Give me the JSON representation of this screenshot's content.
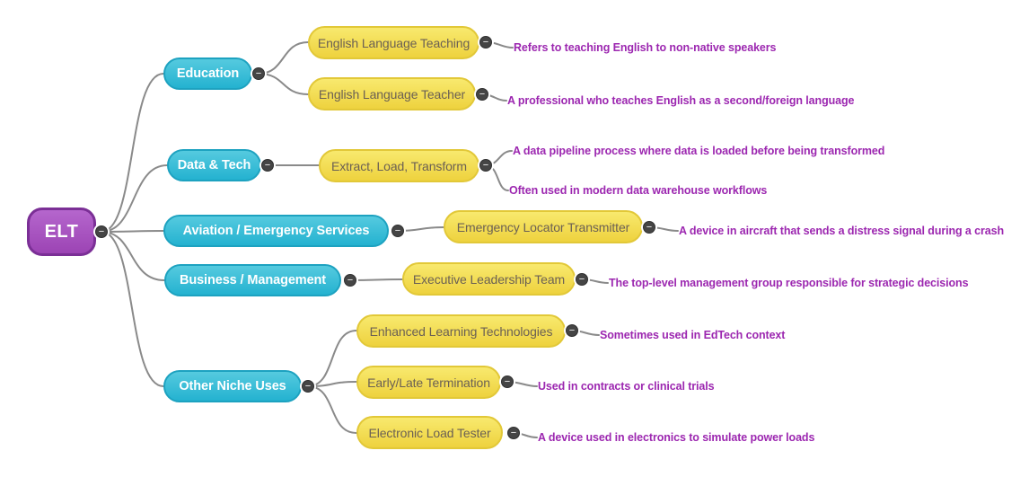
{
  "ui": {
    "collapse_glyph": "−"
  },
  "colors": {
    "root_fill": "#9c44b4",
    "root_border": "#7b2f96",
    "branch_fill": "#24b2d0",
    "branch_border": "#1da2c0",
    "topic_fill": "#eed23e",
    "topic_border": "#e2c838",
    "note_text": "#9c27b0",
    "edge": "#8a8a8a",
    "node_text_light": "#ffffff",
    "topic_text": "#6b6054"
  },
  "diagram": {
    "root": {
      "label": "ELT"
    },
    "branches": [
      {
        "label": "Education",
        "children": [
          {
            "label": "English Language Teaching",
            "notes": [
              "Refers to teaching English to non-native speakers"
            ]
          },
          {
            "label": "English Language Teacher",
            "notes": [
              "A professional who teaches English as a second/foreign language"
            ]
          }
        ]
      },
      {
        "label": "Data & Tech",
        "children": [
          {
            "label": "Extract, Load, Transform",
            "notes": [
              "A data pipeline process where data is loaded before being transformed",
              "Often used in modern data warehouse workflows"
            ]
          }
        ]
      },
      {
        "label": "Aviation / Emergency Services",
        "children": [
          {
            "label": "Emergency Locator Transmitter",
            "notes": [
              "A device in aircraft that sends a distress signal during a crash"
            ]
          }
        ]
      },
      {
        "label": "Business / Management",
        "children": [
          {
            "label": "Executive Leadership Team",
            "notes": [
              "The top-level management group responsible for strategic decisions"
            ]
          }
        ]
      },
      {
        "label": "Other Niche Uses",
        "children": [
          {
            "label": "Enhanced Learning Technologies",
            "notes": [
              "Sometimes used in EdTech context"
            ]
          },
          {
            "label": "Early/Late Termination",
            "notes": [
              "Used in contracts or clinical trials"
            ]
          },
          {
            "label": "Electronic Load Tester",
            "notes": [
              "A device used in electronics to simulate power loads"
            ]
          }
        ]
      }
    ]
  }
}
